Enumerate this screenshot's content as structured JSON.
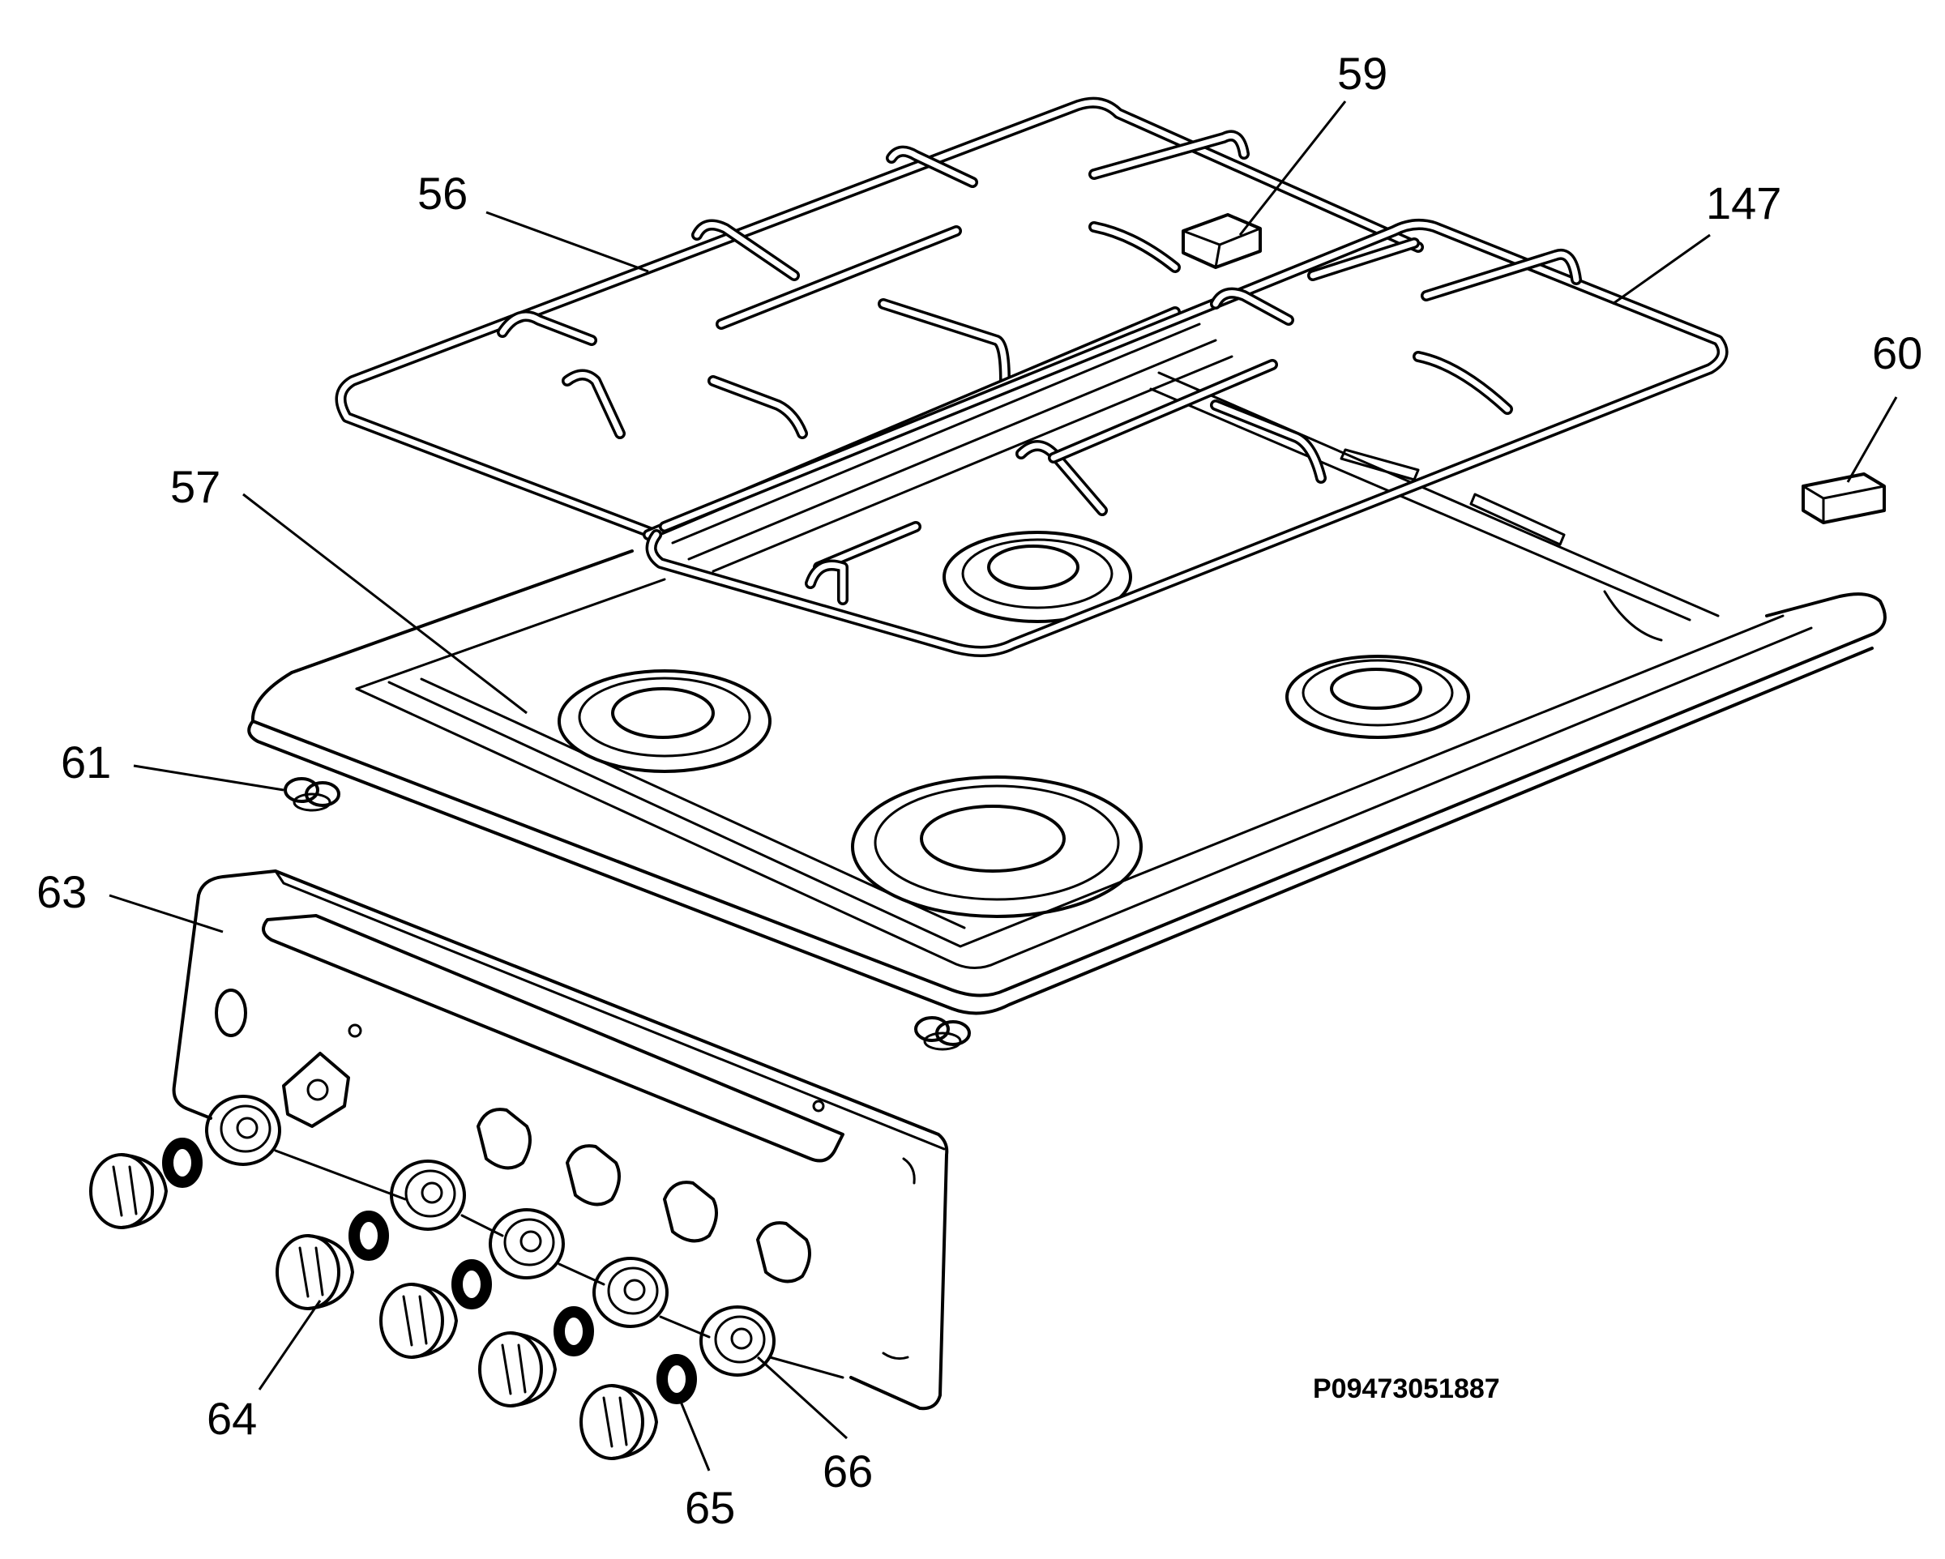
{
  "labels": {
    "p56": "56",
    "p57": "57",
    "p59": "59",
    "p60": "60",
    "p61": "61",
    "p63": "63",
    "p64": "64",
    "p65": "65",
    "p66": "66",
    "p147": "147"
  },
  "drawing_code": "P09473051887"
}
